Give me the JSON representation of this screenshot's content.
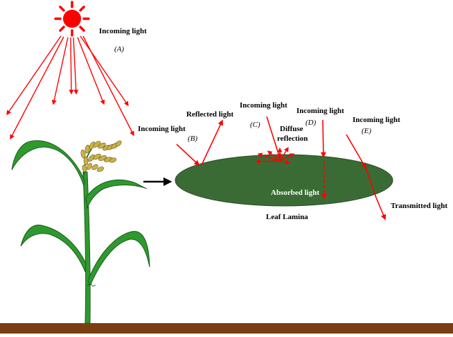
{
  "labels": {
    "incoming_a": "Incoming light",
    "mark_a": "(A)",
    "incoming_b": "Incoming light",
    "mark_b": "(B)",
    "reflected": "Reflected light",
    "incoming_c": "Incoming light",
    "mark_c": "(C)",
    "diffuse_1": "Diffuse",
    "diffuse_2": "reflection",
    "incoming_d": "Incoming light",
    "mark_d": "(D)",
    "incoming_e": "Incoming light",
    "mark_e": "(E)",
    "absorbed": "Absorbed light",
    "transmitted": "Transmitted light",
    "leaf": "Leaf Lamina"
  },
  "colors": {
    "sun": "#ff0000",
    "rays": "#ff0000",
    "leaf_lamina": "#3a6b35",
    "plant": "#2e9a2e",
    "plant_dark": "#1d5a1d",
    "grain": "#c8b24a",
    "soil": "#7a3e12",
    "pointer_arrow": "#000000"
  },
  "icons": {
    "sun": "sun-icon",
    "plant": "rice-plant-illustration"
  }
}
